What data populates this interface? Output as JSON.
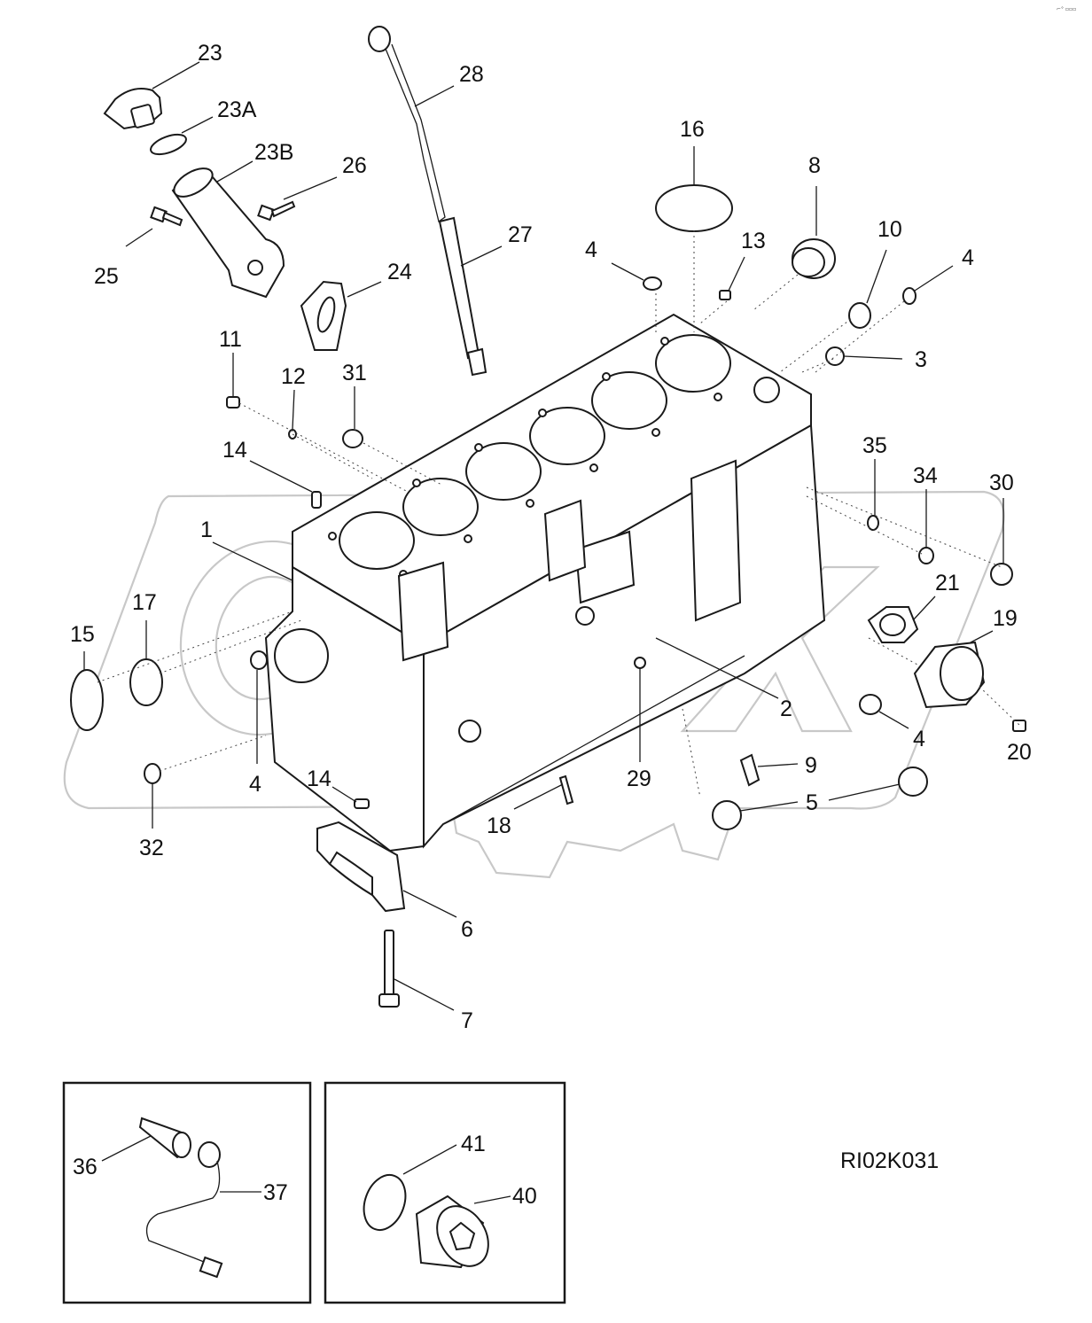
{
  "header": {
    "corner_mark": "⌐° ▫▫▫"
  },
  "diagram": {
    "reference_code": "RI02K031",
    "watermark_text": "OPEX",
    "callouts": [
      "23",
      "23A",
      "23B",
      "26",
      "25",
      "24",
      "28",
      "27",
      "16",
      "8",
      "4",
      "13",
      "10",
      "4",
      "3",
      "11",
      "12",
      "31",
      "14",
      "35",
      "34",
      "30",
      "1",
      "21",
      "19",
      "17",
      "15",
      "2",
      "4",
      "4",
      "20",
      "9",
      "29",
      "14",
      "5",
      "32",
      "18",
      "6",
      "7",
      "36",
      "37",
      "41",
      "40"
    ]
  }
}
